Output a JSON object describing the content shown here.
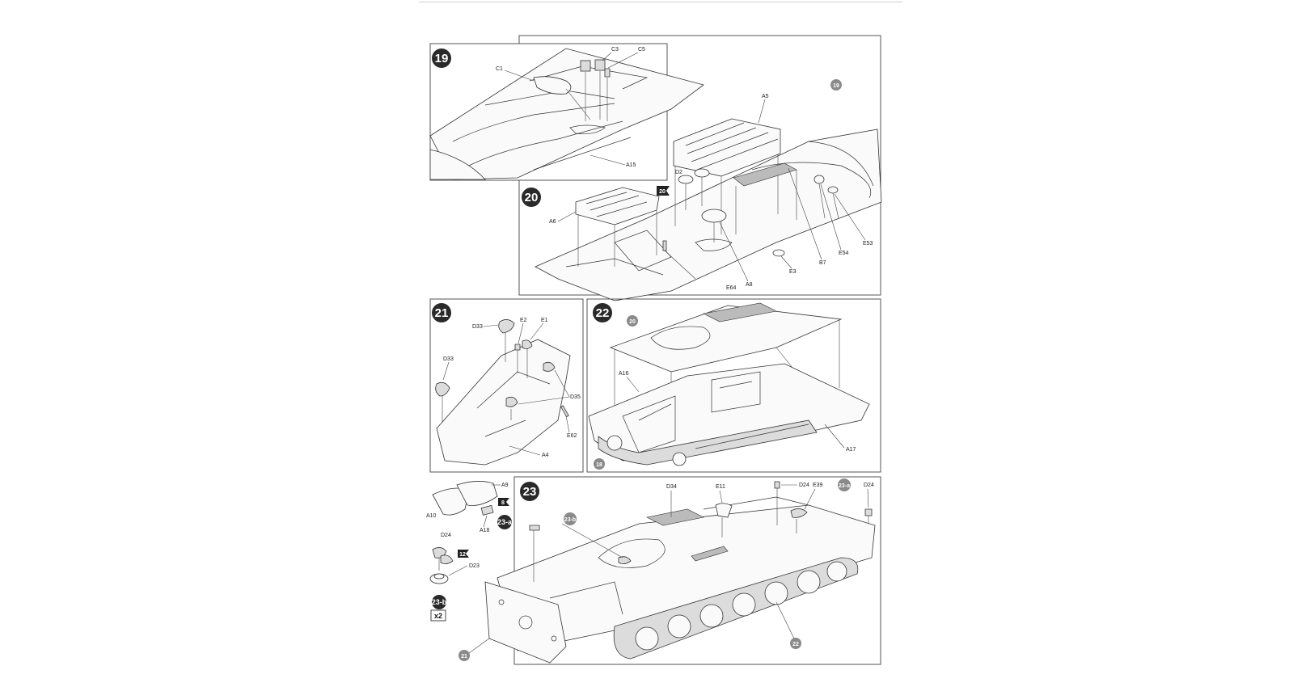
{
  "steps": {
    "s19": {
      "number": "19",
      "parts": [
        "C1",
        "C3",
        "C5",
        "A15"
      ]
    },
    "s19_ref": "19",
    "s20": {
      "number": "20",
      "parts": [
        "A5",
        "D2",
        "A6",
        "A8",
        "E64",
        "E3",
        "B7",
        "E54",
        "E53"
      ],
      "flag": "20"
    },
    "s21": {
      "number": "21",
      "parts": [
        "D33",
        "E2",
        "E1",
        "D33",
        "D35",
        "E62",
        "A4"
      ]
    },
    "s22": {
      "number": "22",
      "parts": [
        "A16",
        "A17"
      ],
      "refs": [
        "20",
        "18"
      ]
    },
    "s23": {
      "number": "23",
      "parts": [
        "D34",
        "E11",
        "D24",
        "E39",
        "D24"
      ],
      "refs": [
        "23-b",
        "23-a",
        "21",
        "22"
      ]
    },
    "sub23a": {
      "parts": [
        "A9",
        "A10",
        "A18"
      ],
      "label": "23-a",
      "flag": "8"
    },
    "sub23b": {
      "parts": [
        "D24",
        "D23"
      ],
      "label": "23-b",
      "flag": "12",
      "qty": "x2"
    }
  }
}
